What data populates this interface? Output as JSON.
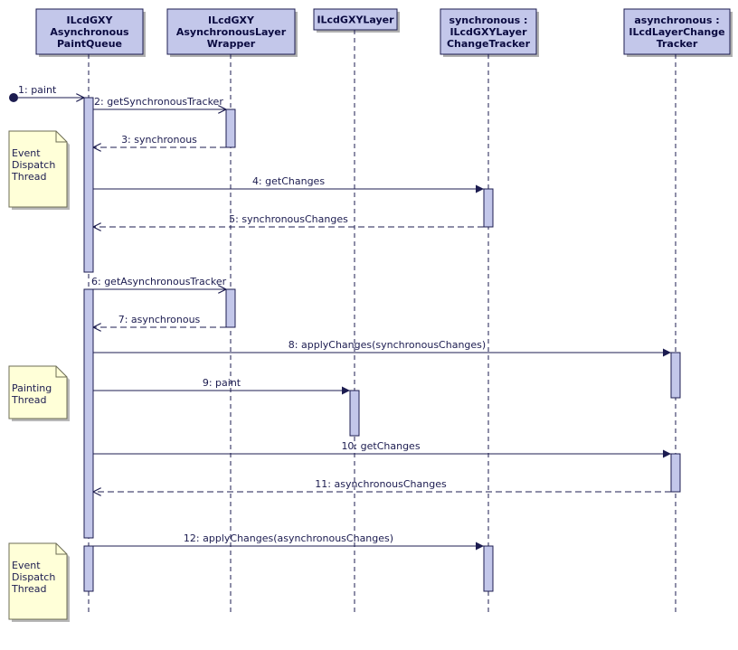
{
  "lifelines": [
    {
      "id": "queue",
      "title_lines": [
        "ILcdGXY",
        "Asynchronous",
        "PaintQueue"
      ]
    },
    {
      "id": "wrapper",
      "title_lines": [
        "ILcdGXY",
        "AsynchronousLayer",
        "Wrapper"
      ]
    },
    {
      "id": "layer",
      "title_lines": [
        "ILcdGXYLayer"
      ]
    },
    {
      "id": "sync_tracker",
      "title_lines": [
        "synchronous :",
        "ILcdGXYLayer",
        "ChangeTracker"
      ]
    },
    {
      "id": "async_tracker",
      "title_lines": [
        "asynchronous :",
        "ILcdLayerChange",
        "Tracker"
      ]
    }
  ],
  "messages": [
    {
      "label": "1: paint",
      "from": "start",
      "to": "queue",
      "kind": "call"
    },
    {
      "label": "2: getSynchronousTracker",
      "from": "queue",
      "to": "wrapper",
      "kind": "call"
    },
    {
      "label": "3: synchronous",
      "from": "wrapper",
      "to": "queue",
      "kind": "return"
    },
    {
      "label": "4: getChanges",
      "from": "queue",
      "to": "sync_tracker",
      "kind": "call"
    },
    {
      "label": "5: synchronousChanges",
      "from": "sync_tracker",
      "to": "queue",
      "kind": "return"
    },
    {
      "label": "6: getAsynchronousTracker",
      "from": "queue",
      "to": "wrapper",
      "kind": "call"
    },
    {
      "label": "7: asynchronous",
      "from": "wrapper",
      "to": "queue",
      "kind": "return"
    },
    {
      "label": "8: applyChanges(synchronousChanges)",
      "from": "queue",
      "to": "async_tracker",
      "kind": "call"
    },
    {
      "label": "9: paint",
      "from": "queue",
      "to": "layer",
      "kind": "call"
    },
    {
      "label": "10: getChanges",
      "from": "queue",
      "to": "async_tracker",
      "kind": "call"
    },
    {
      "label": "11: asynchronousChanges",
      "from": "async_tracker",
      "to": "queue",
      "kind": "return"
    },
    {
      "label": "12: applyChanges(asynchronousChanges)",
      "from": "queue",
      "to": "sync_tracker",
      "kind": "call"
    }
  ],
  "notes": [
    {
      "lines": [
        "Event",
        "Dispatch",
        "Thread"
      ]
    },
    {
      "lines": [
        "Painting",
        "Thread"
      ]
    },
    {
      "lines": [
        "Event",
        "Dispatch",
        "Thread"
      ]
    }
  ],
  "colors": {
    "header_fill": "#c3c7ea",
    "activation_fill": "#c3c7ea",
    "line": "#1c1c50",
    "note_fill": "#ffffd8",
    "note_border": "#6d6d55"
  }
}
